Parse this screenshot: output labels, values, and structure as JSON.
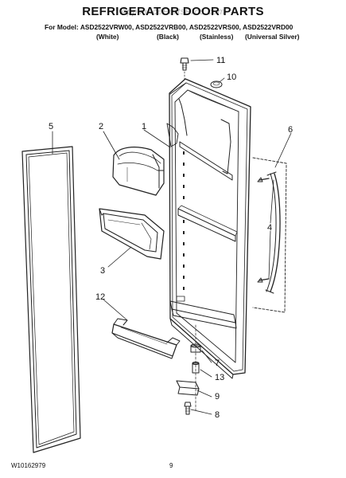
{
  "header": {
    "watermark": "AppliancePartsPros.com",
    "title": "REFRIGERATOR DOOR PARTS",
    "model_line": "For Model: ASD2522VRW00, ASD2522VRB00, ASD2522VRS00, ASD2522VRD00",
    "variants": [
      "(White)",
      "(Black)",
      "(Stainless)",
      "(Universal Silver)"
    ]
  },
  "callouts": {
    "c1": "1",
    "c2": "2",
    "c3": "3",
    "c4": "4",
    "c5": "5",
    "c6": "6",
    "c7": "7",
    "c8": "8",
    "c9": "9",
    "c10": "10",
    "c11": "11",
    "c12": "12",
    "c13": "13"
  },
  "footer": {
    "doc_number": "W10162979",
    "page_number": "9"
  }
}
